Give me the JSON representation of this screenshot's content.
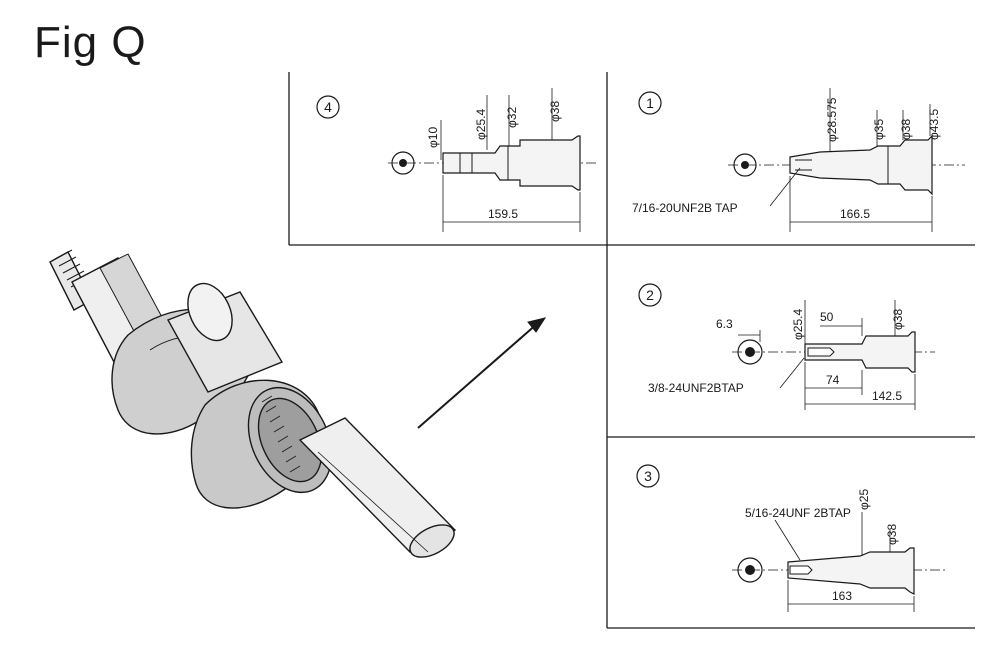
{
  "figure": {
    "title": "Fig Q"
  },
  "panels": [
    {
      "number": "4",
      "diameters": [
        "φ10",
        "φ25.4",
        "φ32",
        "φ38"
      ],
      "lengths": [
        "159.5"
      ]
    },
    {
      "number": "1",
      "tap": "7/16-20UNF2B TAP",
      "diameters": [
        "φ28.575",
        "φ35",
        "φ38",
        "φ43.5"
      ],
      "lengths": [
        "166.5"
      ]
    },
    {
      "number": "2",
      "tap": "3/8-24UNF2BTAP",
      "diameters": [
        "φ25.4",
        "φ38"
      ],
      "lengths": [
        "6.3",
        "50",
        "74",
        "142.5"
      ]
    },
    {
      "number": "3",
      "tap": "5/16-24UNF 2BTAP",
      "diameters": [
        "φ25",
        "φ38"
      ],
      "lengths": [
        "163"
      ]
    }
  ],
  "colors": {
    "ink": "#1a1a1a",
    "shaft": "#efefef",
    "shade": "#b9b9b9"
  }
}
